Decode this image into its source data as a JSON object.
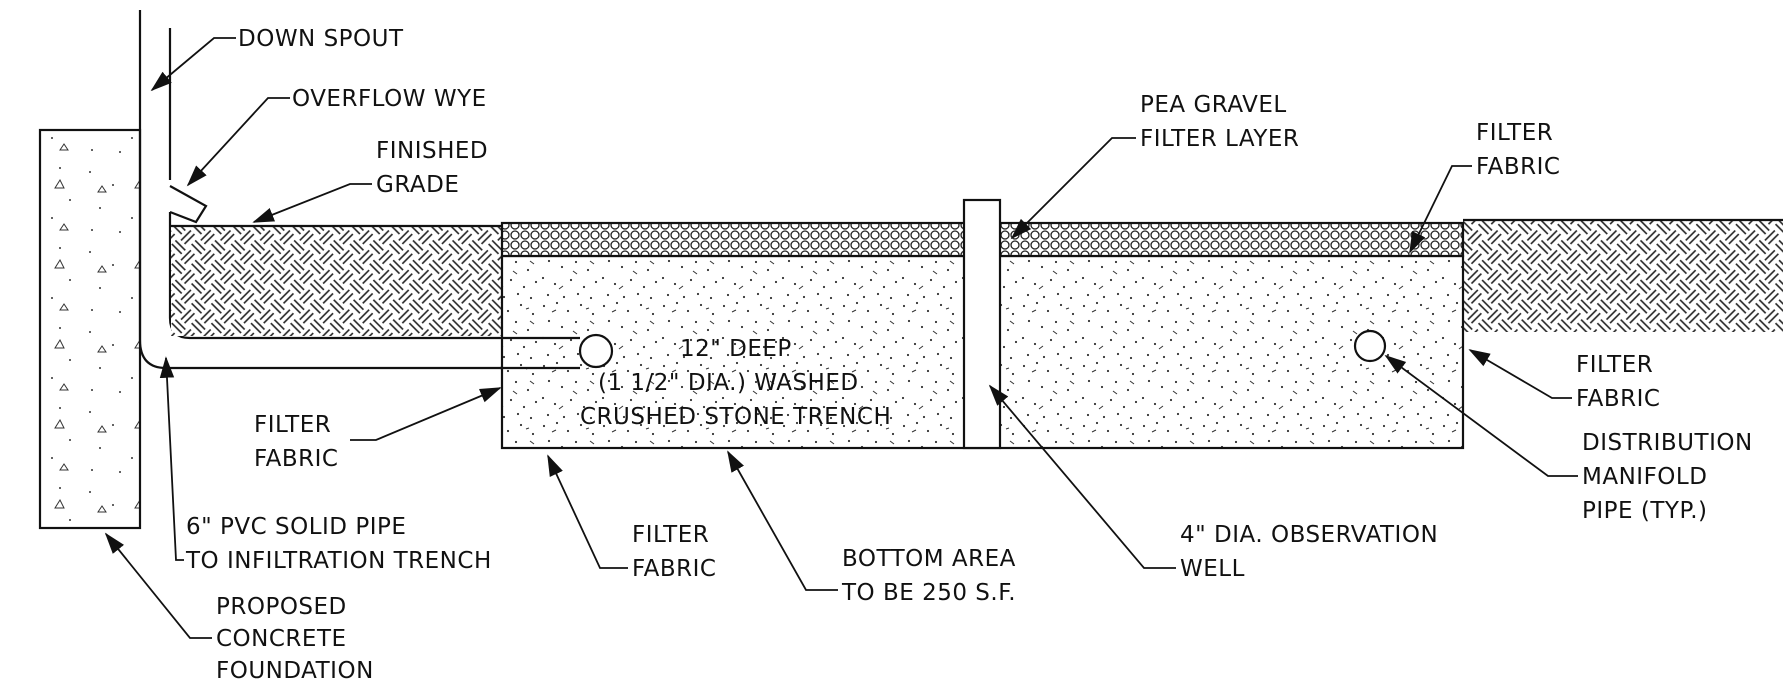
{
  "labels": {
    "down_spout": "DOWN SPOUT",
    "overflow_wye": "OVERFLOW WYE",
    "finished_grade": [
      "FINISHED",
      "GRADE"
    ],
    "pea_gravel": [
      "PEA GRAVEL",
      "FILTER LAYER"
    ],
    "filter_fabric_top": [
      "FILTER",
      "FABRIC"
    ],
    "trench_text": [
      "12\" DEEP",
      "(1 1/2\" DIA.) WASHED",
      "CRUSHED STONE TRENCH"
    ],
    "filter_fabric_right": [
      "FILTER",
      "FABRIC"
    ],
    "filter_fabric_left": [
      "FILTER",
      "FABRIC"
    ],
    "distribution_manifold": [
      "DISTRIBUTION",
      "MANIFOLD",
      "PIPE (TYP.)"
    ],
    "pvc_pipe": [
      "6\" PVC SOLID PIPE",
      "TO INFILTRATION TRENCH"
    ],
    "filter_fabric_bottom": [
      "FILTER",
      "FABRIC"
    ],
    "bottom_area": [
      "BOTTOM AREA",
      "TO BE 250 S.F."
    ],
    "observation_well": [
      "4\" DIA. OBSERVATION",
      "WELL"
    ],
    "foundation": [
      "PROPOSED",
      "CONCRETE",
      "FOUNDATION"
    ]
  },
  "colors": {
    "ink": "#111111",
    "paper": "#ffffff"
  }
}
